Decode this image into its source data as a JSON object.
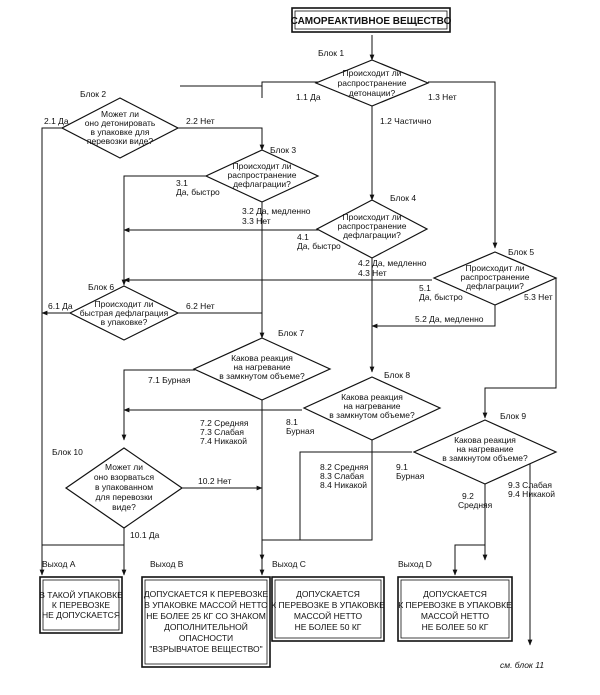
{
  "title": "САМОРЕАКТИВНОЕ ВЕЩЕСТВО",
  "blocks": {
    "b1": {
      "label": "Блок 1",
      "question": [
        "Происходит ли",
        "распространение",
        "детонации?"
      ]
    },
    "b2": {
      "label": "Блок 2",
      "question": [
        "Может ли",
        "оно детонировать",
        "в упаковке для",
        "перевозки виде?"
      ]
    },
    "b3": {
      "label": "Блок 3",
      "question": [
        "Происходит ли",
        "распространение",
        "дефлаграции?"
      ]
    },
    "b4": {
      "label": "Блок 4",
      "question": [
        "Происходит ли",
        "распространение",
        "дефлаграции?"
      ]
    },
    "b5": {
      "label": "Блок 5",
      "question": [
        "Происходит ли",
        "распространение",
        "дефлаграции?"
      ]
    },
    "b6": {
      "label": "Блок 6",
      "question": [
        "Происходит ли",
        "быстрая дефлаграция",
        "в упаковке?"
      ]
    },
    "b7": {
      "label": "Блок 7",
      "question": [
        "Какова реакция",
        "на нагревание",
        "в замкнутом объеме?"
      ]
    },
    "b8": {
      "label": "Блок 8",
      "question": [
        "Какова реакция",
        "на нагревание",
        "в замкнутом объеме?"
      ]
    },
    "b9": {
      "label": "Блок 9",
      "question": [
        "Какова реакция",
        "на нагревание",
        "в замкнутом объеме?"
      ]
    },
    "b10": {
      "label": "Блок 10",
      "question": [
        "Может ли",
        "оно взорваться",
        "в упакованном",
        "для перевозки",
        "виде?"
      ]
    }
  },
  "edges": {
    "e11": "1.1 Да",
    "e12": "1.2 Частично",
    "e13": "1.3 Нет",
    "e21": "2.1 Да",
    "e22": "2.2 Нет",
    "e31": [
      "3.1",
      "Да, быстро"
    ],
    "e32": [
      "3.2  Да, медленно",
      "3.3  Нет"
    ],
    "e41": [
      "4.1",
      "Да, быстро"
    ],
    "e42": [
      "4.2  Да, медленно",
      "4.3  Нет"
    ],
    "e51": [
      "5.1",
      "Да, быстро"
    ],
    "e52": "5.2  Да, медленно",
    "e53": "5.3 Нет",
    "e61": "6.1 Да",
    "e62": "6.2 Нет",
    "e71": "7.1 Бурная",
    "e72": [
      "7.2 Средняя",
      "7.3 Слабая",
      "7.4 Никакой"
    ],
    "e81": [
      "8.1",
      "Бурная"
    ],
    "e82": [
      "8.2 Средняя",
      "8.3 Слабая",
      "8.4 Никакой"
    ],
    "e91": [
      "9.1",
      "Бурная"
    ],
    "e92": [
      "9.2",
      "Средняя"
    ],
    "e93": [
      "9.3 Слабая",
      "9.4 Никакой"
    ],
    "e101": "10.1 Да",
    "e102": "10.2 Нет"
  },
  "exits": {
    "a": {
      "label": "Выход A",
      "text": [
        "В ТАКОЙ УПАКОВКЕ",
        "К ПЕРЕВОЗКЕ",
        "НЕ ДОПУСКАЕТСЯ"
      ]
    },
    "b": {
      "label": "Выход B",
      "text": [
        "ДОПУСКАЕТСЯ К ПЕРЕВОЗКЕ",
        "В УПАКОВКЕ МАССОЙ НЕТТО",
        "НЕ БОЛЕЕ 25 КГ СО ЗНАКОМ",
        "ДОПОЛНИТЕЛЬНОЙ",
        "ОПАСНОСТИ",
        "\"ВЗРЫВЧАТОЕ ВЕЩЕСТВО\""
      ]
    },
    "c": {
      "label": "Выход C",
      "text": [
        "ДОПУСКАЕТСЯ",
        "К ПЕРЕВОЗКЕ В УПАКОВКЕ",
        "МАССОЙ НЕТТО",
        "НЕ БОЛЕЕ 50 КГ"
      ]
    },
    "d": {
      "label": "Выход D",
      "text": [
        "ДОПУСКАЕТСЯ",
        "К ПЕРЕВОЗКЕ В УПАКОВКЕ",
        "МАССОЙ НЕТТО",
        "НЕ БОЛЕЕ 50 КГ"
      ]
    }
  },
  "footnote": "см. блок 11"
}
